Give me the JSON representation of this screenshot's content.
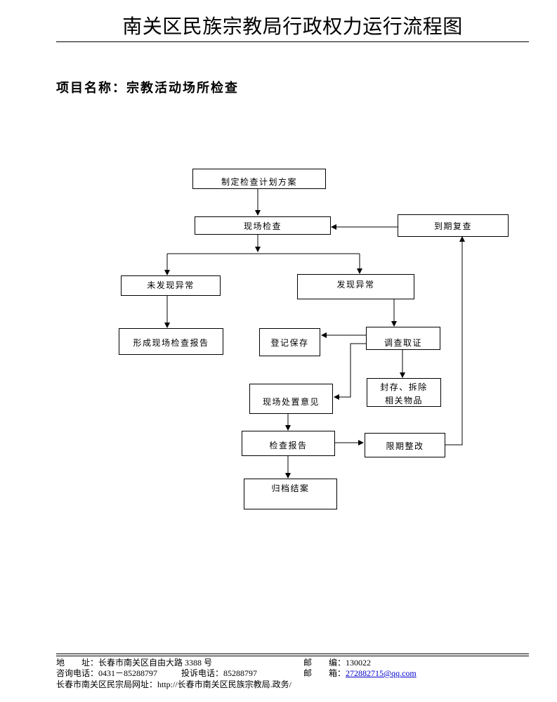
{
  "header": {
    "title": "南关区民族宗教局行政权力运行流程图",
    "project": "项目名称：宗教活动场所检查"
  },
  "flow": {
    "plan": "制定检查计划方案",
    "onsite_check": "现场检查",
    "recheck": "到期复查",
    "no_issue": "未发现异常",
    "issue_found": "发现异常",
    "form_report": "形成现场检查报告",
    "register_preserve": "登记保存",
    "investigate": "调查取证",
    "seal_line1": "封存、拆除",
    "seal_line2": "相关物品",
    "onsite_opinion": "现场处置意见",
    "inspection_report": "检查报告",
    "rectify": "限期整改",
    "archive": "归档结案"
  },
  "footer": {
    "address_label": "地　　址：",
    "address": "长春市南关区自由大路 3388 号",
    "postcode_label": "邮　　编：",
    "postcode": "130022",
    "consult_label": "咨询电话：",
    "consult_phone": "0431－85288797",
    "complaint_label": "投诉电话：",
    "complaint_phone": "85288797",
    "email_label": "邮　　箱：",
    "email": "272882715@qq.com",
    "website_label": "长春市南关区民宗局网址：",
    "website": "http://长春市南关区民族宗教局.政务/"
  }
}
